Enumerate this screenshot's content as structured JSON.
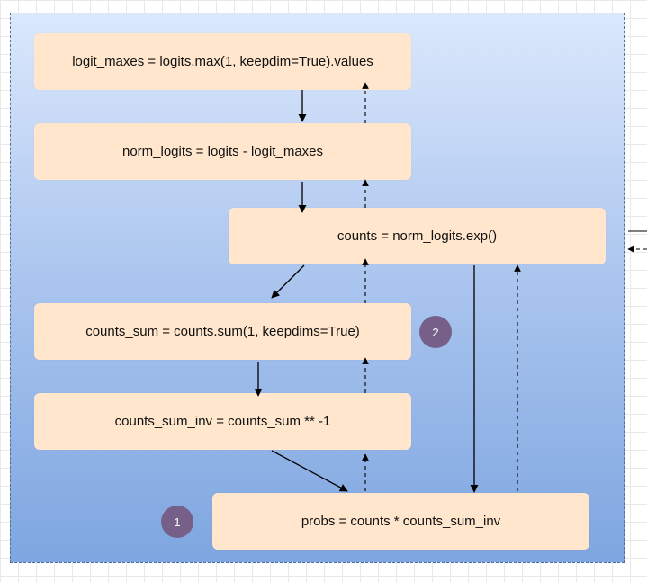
{
  "nodes": {
    "logit_maxes": "logit_maxes = logits.max(1, keepdim=True).values",
    "norm_logits": "norm_logits = logits - logit_maxes",
    "counts": "counts = norm_logits.exp()",
    "counts_sum": "counts_sum = counts.sum(1, keepdims=True)",
    "counts_sum_inv": "counts_sum_inv = counts_sum ** -1",
    "probs": "probs = counts * counts_sum_inv"
  },
  "badges": {
    "one": "1",
    "two": "2"
  },
  "colors": {
    "node_fill": "#ffe6cc",
    "badge_fill": "#76608a",
    "container_top": "#dbe8fc",
    "container_bottom": "#7ea6e0",
    "edge": "#000000"
  }
}
